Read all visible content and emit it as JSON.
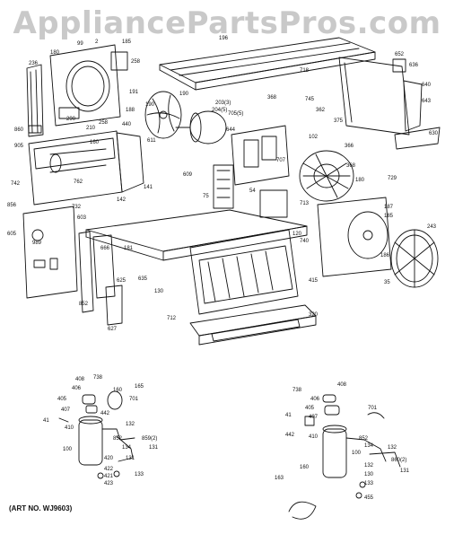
{
  "watermark": "AppliancePartsPros.com",
  "art_number": "(ART NO. WJ9603)",
  "callouts": [
    {
      "id": "c99",
      "text": "99"
    },
    {
      "id": "c180",
      "text": "180"
    },
    {
      "id": "c2a",
      "text": "2"
    },
    {
      "id": "c185",
      "text": "185"
    },
    {
      "id": "c196",
      "text": "196"
    },
    {
      "id": "c236",
      "text": "236"
    },
    {
      "id": "c258",
      "text": "258"
    },
    {
      "id": "c652",
      "text": "652"
    },
    {
      "id": "c636",
      "text": "636"
    },
    {
      "id": "c640",
      "text": "640"
    },
    {
      "id": "c718",
      "text": "718"
    },
    {
      "id": "c190",
      "text": "190"
    },
    {
      "id": "c191",
      "text": "191"
    },
    {
      "id": "c188",
      "text": "188"
    },
    {
      "id": "c204",
      "text": "204(5)"
    },
    {
      "id": "c203",
      "text": "203(3)"
    },
    {
      "id": "c705",
      "text": "705(5)"
    },
    {
      "id": "c368",
      "text": "368"
    },
    {
      "id": "c745",
      "text": "745"
    },
    {
      "id": "c190b",
      "text": "190"
    },
    {
      "id": "c258b",
      "text": "258"
    },
    {
      "id": "c440",
      "text": "440"
    },
    {
      "id": "c290",
      "text": "290"
    },
    {
      "id": "c860",
      "text": "860"
    },
    {
      "id": "c905",
      "text": "905"
    },
    {
      "id": "c210",
      "text": "210"
    },
    {
      "id": "c160",
      "text": "160"
    },
    {
      "id": "c611",
      "text": "611"
    },
    {
      "id": "c644",
      "text": "644"
    },
    {
      "id": "c362",
      "text": "362"
    },
    {
      "id": "c375",
      "text": "375"
    },
    {
      "id": "c643",
      "text": "643"
    },
    {
      "id": "c630",
      "text": "630"
    },
    {
      "id": "c102",
      "text": "102"
    },
    {
      "id": "c707",
      "text": "707"
    },
    {
      "id": "c366",
      "text": "366"
    },
    {
      "id": "c368b",
      "text": "368"
    },
    {
      "id": "c729",
      "text": "729"
    },
    {
      "id": "c742",
      "text": "742"
    },
    {
      "id": "c762",
      "text": "762"
    },
    {
      "id": "c142",
      "text": "142"
    },
    {
      "id": "c141",
      "text": "141"
    },
    {
      "id": "c609",
      "text": "609"
    },
    {
      "id": "c75",
      "text": "75"
    },
    {
      "id": "c54",
      "text": "54"
    },
    {
      "id": "c180b",
      "text": "180"
    },
    {
      "id": "c713",
      "text": "713"
    },
    {
      "id": "c187",
      "text": "187"
    },
    {
      "id": "c185b",
      "text": "185"
    },
    {
      "id": "c856",
      "text": "856"
    },
    {
      "id": "c732",
      "text": "732"
    },
    {
      "id": "c603",
      "text": "603"
    },
    {
      "id": "c243",
      "text": "243"
    },
    {
      "id": "c605",
      "text": "605"
    },
    {
      "id": "c989",
      "text": "989"
    },
    {
      "id": "c120",
      "text": "120"
    },
    {
      "id": "c740",
      "text": "740"
    },
    {
      "id": "c666",
      "text": "666"
    },
    {
      "id": "c181",
      "text": "181"
    },
    {
      "id": "c186",
      "text": "186"
    },
    {
      "id": "c625",
      "text": "625"
    },
    {
      "id": "c635",
      "text": "635"
    },
    {
      "id": "c35",
      "text": "35"
    },
    {
      "id": "c415",
      "text": "415"
    },
    {
      "id": "c852",
      "text": "852"
    },
    {
      "id": "c130",
      "text": "130"
    },
    {
      "id": "c627",
      "text": "627"
    },
    {
      "id": "c712",
      "text": "712"
    },
    {
      "id": "c320",
      "text": "320"
    },
    {
      "id": "l408",
      "text": "408"
    },
    {
      "id": "l738",
      "text": "738"
    },
    {
      "id": "l406",
      "text": "406"
    },
    {
      "id": "l405",
      "text": "405"
    },
    {
      "id": "l160",
      "text": "160"
    },
    {
      "id": "l165",
      "text": "165"
    },
    {
      "id": "l407",
      "text": "407"
    },
    {
      "id": "l701",
      "text": "701"
    },
    {
      "id": "l442",
      "text": "442"
    },
    {
      "id": "l410",
      "text": "410"
    },
    {
      "id": "l41",
      "text": "41"
    },
    {
      "id": "l852",
      "text": "852"
    },
    {
      "id": "l131",
      "text": "131"
    },
    {
      "id": "l859",
      "text": "859(2)"
    },
    {
      "id": "l100",
      "text": "100"
    },
    {
      "id": "l132",
      "text": "132"
    },
    {
      "id": "l420",
      "text": "420"
    },
    {
      "id": "l422",
      "text": "422"
    },
    {
      "id": "l421",
      "text": "421"
    },
    {
      "id": "l423",
      "text": "423"
    },
    {
      "id": "l131b",
      "text": "131"
    },
    {
      "id": "l133",
      "text": "133"
    },
    {
      "id": "l134",
      "text": "134"
    },
    {
      "id": "r738",
      "text": "738"
    },
    {
      "id": "r406",
      "text": "406"
    },
    {
      "id": "r405",
      "text": "405"
    },
    {
      "id": "r407",
      "text": "407"
    },
    {
      "id": "r408",
      "text": "408"
    },
    {
      "id": "r701",
      "text": "701"
    },
    {
      "id": "r442",
      "text": "442"
    },
    {
      "id": "r410",
      "text": "410"
    },
    {
      "id": "r41",
      "text": "41"
    },
    {
      "id": "r852",
      "text": "852"
    },
    {
      "id": "r133",
      "text": "133"
    },
    {
      "id": "r134",
      "text": "134"
    },
    {
      "id": "r132",
      "text": "132"
    },
    {
      "id": "r860",
      "text": "860(2)"
    },
    {
      "id": "r131",
      "text": "131"
    },
    {
      "id": "r100",
      "text": "100"
    },
    {
      "id": "r160",
      "text": "160"
    },
    {
      "id": "r163",
      "text": "163"
    },
    {
      "id": "r132b",
      "text": "132"
    },
    {
      "id": "r130",
      "text": "130"
    },
    {
      "id": "r455",
      "text": "455"
    }
  ]
}
